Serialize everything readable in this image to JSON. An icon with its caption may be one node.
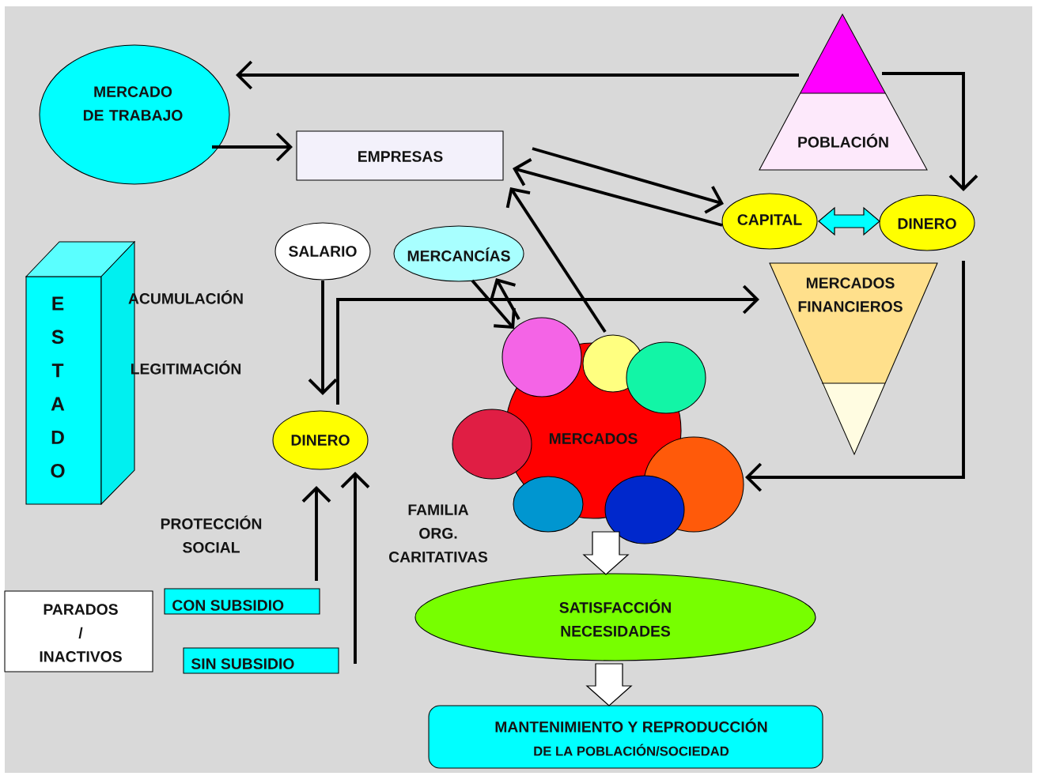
{
  "diagram": {
    "nodes": [
      {
        "text": [
          "MERCADO DE TRABAJO"
        ]
      },
      {
        "text": [
          "EMPRESAS"
        ]
      },
      {
        "text": [
          "POBLACIÓN"
        ]
      },
      {
        "text": [
          "CAPITAL"
        ]
      },
      {
        "text": [
          "DINERO"
        ]
      },
      {
        "text": [
          "E S T A D O"
        ]
      },
      {
        "text": [
          "SALARIO"
        ]
      },
      {
        "text": [
          "MERCANCÍAS"
        ]
      },
      {
        "text": [
          "MERCADOS FINANCIEROS"
        ]
      },
      {
        "text": [],
        "shape": "circle"
      },
      {
        "text": [],
        "shape": "circle"
      },
      {
        "text": [],
        "shape": "circle"
      },
      {
        "text": [
          "DINERO"
        ]
      },
      {
        "text": [
          "MERCADOS"
        ]
      },
      {
        "text": [],
        "shape": "circle"
      },
      {
        "text": [],
        "shape": "circle"
      },
      {
        "text": [],
        "shape": "circle"
      },
      {
        "text": [],
        "shape": "circle"
      },
      {
        "text": [
          "SATISFACCIÓN NECESIDADES"
        ]
      },
      {
        "text": [
          "PARADOS / INACTIVOS"
        ]
      },
      {
        "text": [
          "CON SUBSIDIO"
        ]
      },
      {
        "text": [
          "SIN SUBSIDIO"
        ]
      },
      {
        "text": [
          "MANTENIMIENTO Y REPRODUCCIÓN",
          "DE LA POBLACIÓN/SOCIEDAD"
        ]
      }
    ],
    "edges": [
      {
        "from": 2,
        "to": 0,
        "arrow": "to"
      },
      {
        "from": 2,
        "to": 4,
        "arrow": "to"
      },
      {
        "from": 0,
        "to": 1,
        "arrow": "to"
      },
      {
        "from": 1,
        "to": 3,
        "arrow": "to"
      },
      {
        "from": 3,
        "to": 1,
        "arrow": "to"
      },
      {
        "from": 3,
        "to": 4,
        "arrow": "both",
        "style": "thick",
        "color": "#00ffff"
      },
      {
        "from": 4,
        "to": 15,
        "arrow": "to"
      },
      {
        "from": 6,
        "to": 12,
        "arrow": "to"
      },
      {
        "from": 12,
        "to": 8,
        "arrow": "to"
      },
      {
        "from": 7,
        "to": 9,
        "arrow": "to"
      },
      {
        "from": 9,
        "to": 7,
        "arrow": "to"
      },
      {
        "from": 10,
        "to": 1,
        "arrow": "to"
      },
      {
        "from": 20,
        "to": 12,
        "arrow": "to"
      },
      {
        "from": 21,
        "to": 12,
        "arrow": "to"
      },
      {
        "from": 13,
        "to": 18,
        "arrow": "to",
        "style": "thick",
        "color": "#ffffff"
      },
      {
        "from": 18,
        "to": 22,
        "arrow": "to",
        "style": "thick",
        "color": "#ffffff"
      }
    ],
    "labels": [
      "ACUMULACIÓN",
      "LEGITIMACIÓN",
      "PROTECCIÓN SOCIAL",
      "FAMILIA ORG. CARITATIVAS"
    ]
  }
}
